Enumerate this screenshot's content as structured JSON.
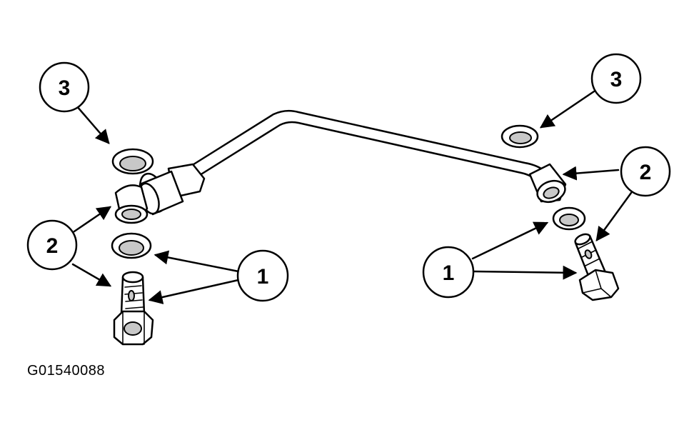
{
  "figure_id": "G01540088",
  "callouts": {
    "left_3": "3",
    "left_2": "2",
    "left_1": "1",
    "right_3": "3",
    "right_2": "2",
    "right_1": "1"
  }
}
